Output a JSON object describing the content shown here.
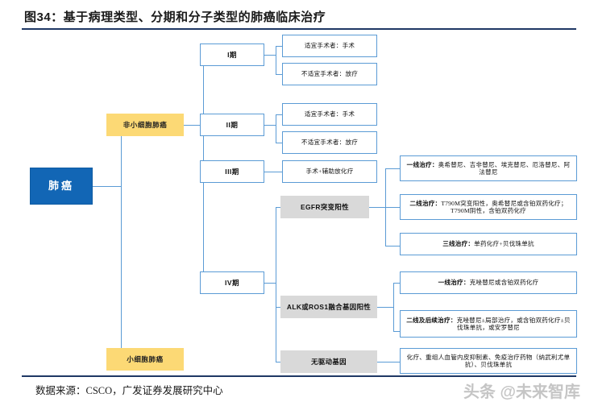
{
  "header": {
    "title": "图34：基于病理类型、分期和分子类型的肺癌临床治疗"
  },
  "footer": {
    "source": "数据来源：CSCO，广发证券发展研究中心",
    "watermark": "头条 @未来智库"
  },
  "colors": {
    "root_fill": "#1266B5",
    "root_text": "#ffffff",
    "yellow_fill": "#FCD975",
    "gray_fill": "#D9D9D9",
    "box_border": "#5B9BD5",
    "rule": "#1f3864"
  },
  "diagram": {
    "root": {
      "label": "肺癌"
    },
    "branches": [
      {
        "label": "非小细胞肺癌"
      },
      {
        "label": "小细胞肺癌"
      }
    ],
    "stages": [
      {
        "label": "I期"
      },
      {
        "label": "II期"
      },
      {
        "label": "III期"
      },
      {
        "label": "IV期"
      }
    ],
    "stage1_treatments": [
      {
        "text": "适宜手术者：手术"
      },
      {
        "text": "不适宜手术者：放疗"
      }
    ],
    "stage2_treatments": [
      {
        "text": "适宜手术者：手术"
      },
      {
        "text": "不适宜手术者：放疗"
      }
    ],
    "stage3_treatments": [
      {
        "text": "手术+辅助放化疗"
      }
    ],
    "molecular": [
      {
        "label": "EGFR突变阳性"
      },
      {
        "label": "ALK或ROS1融合基因阳性"
      },
      {
        "label": "无驱动基因"
      }
    ],
    "egfr_treatments": [
      {
        "lead": "一线治疗：",
        "text": "奥希替尼、吉非替尼、埃克替尼、厄洛替尼、阿法替尼"
      },
      {
        "lead": "二线治疗：",
        "text": "T790M突变阳性，奥希替尼或含铂双药化疗；T790M阴性，含铂双药化疗"
      },
      {
        "lead": "三线治疗：",
        "text": "单药化疗+贝伐珠单抗"
      }
    ],
    "alk_treatments": [
      {
        "lead": "一线治疗：",
        "text": "克唑替尼或含铂双药化疗"
      },
      {
        "lead": "二线及后续治疗：",
        "text": "克唑替尼±局部治疗，或含铂双药化疗±贝伐珠单抗，或安罗替尼"
      }
    ],
    "nodriver_treatments": [
      {
        "lead": "",
        "text": "化疗、重组人血管内皮抑制素、免疫治疗药物（纳武利尤单抗）、贝伐珠单抗"
      }
    ]
  }
}
